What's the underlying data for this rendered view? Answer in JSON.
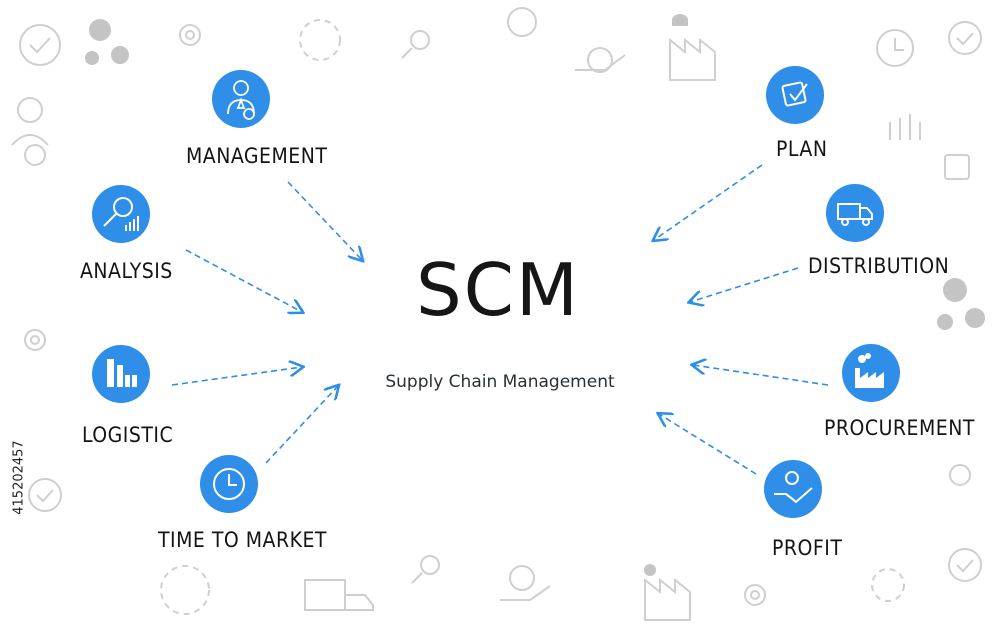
{
  "diagram": {
    "center": {
      "title": "SCM",
      "subtitle": "Supply Chain Management"
    },
    "nodes": [
      {
        "id": "management",
        "label": "MANAGEMENT",
        "icon": "manager-gear-icon"
      },
      {
        "id": "analysis",
        "label": "ANALYSIS",
        "icon": "magnifier-chart-icon"
      },
      {
        "id": "logistic",
        "label": "LOGISTIC",
        "icon": "bar-chart-icon"
      },
      {
        "id": "time-to-market",
        "label": "TIME TO MARKET",
        "icon": "clock-icon"
      },
      {
        "id": "plan",
        "label": "PLAN",
        "icon": "checkbox-icon"
      },
      {
        "id": "distribution",
        "label": "DISTRIBUTION",
        "icon": "truck-icon"
      },
      {
        "id": "procurement",
        "label": "PROCUREMENT",
        "icon": "factory-icon"
      },
      {
        "id": "profit",
        "label": "PROFIT",
        "icon": "hand-coin-icon"
      }
    ],
    "colors": {
      "node": "#2e8ee8",
      "arrow": "#2e8ee8",
      "text": "#141414",
      "background_icons": "#c9c9c9"
    }
  },
  "watermark_id": "415202457"
}
